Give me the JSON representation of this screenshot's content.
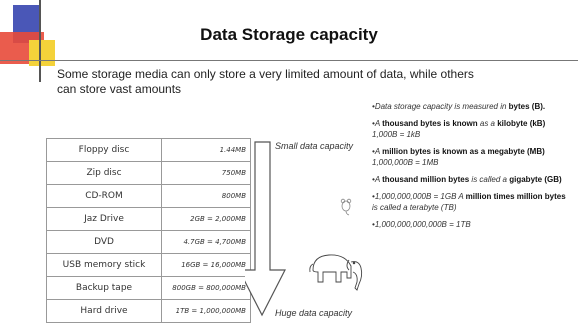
{
  "slide": {
    "title": "Data Storage capacity",
    "subtitle": "Some storage media can only store a very limited amount of data, while others can store vast amounts"
  },
  "media_table": {
    "rows": [
      {
        "name": "Floppy disc",
        "size": "1.44MB"
      },
      {
        "name": "Zip disc",
        "size": "750MB"
      },
      {
        "name": "CD-ROM",
        "size": "800MB"
      },
      {
        "name": "Jaz Drive",
        "size": "2GB = 2,000MB"
      },
      {
        "name": "DVD",
        "size": "4.7GB = 4,700MB"
      },
      {
        "name": "USB memory stick",
        "size": "16GB = 16,000MB"
      },
      {
        "name": "Backup tape",
        "size": "800GB = 800,000MB"
      },
      {
        "name": "Hard drive",
        "size": "1TB = 1,000,000MB"
      }
    ]
  },
  "arrow": {
    "top_label": "Small data capacity",
    "bottom_label": "Huge data capacity"
  },
  "notes": {
    "b1_text": "Data storage capacity is measured in ",
    "b1_bold": "bytes (B).",
    "b2_text_a": "A ",
    "b2_bold_a": "thousand bytes is known",
    "b2_text_b": " as a ",
    "b2_bold_b": "kilobyte (kB)",
    "b2_text_c": " 1,000B = 1kB",
    "b3_text_a": "A ",
    "b3_bold_a": "million bytes is known as a megabyte (MB)",
    "b3_text_b": " 1,000,000B = 1MB",
    "b4_text_a": "A ",
    "b4_bold_a": "thousand million bytes",
    "b4_text_b": " is called a ",
    "b4_bold_b": "gigabyte (GB)",
    "b5_text_a": "1,000,000,000B = 1GB   A ",
    "b5_bold_a": "million times million bytes",
    "b5_text_b": " is called a terabyte (TB)",
    "b6_text": "1,000,000,000,000B = 1TB"
  },
  "colors": {
    "deco_blue": "#4a57b7",
    "deco_red": "#e84a3a",
    "deco_yellow": "#f4d23a"
  }
}
